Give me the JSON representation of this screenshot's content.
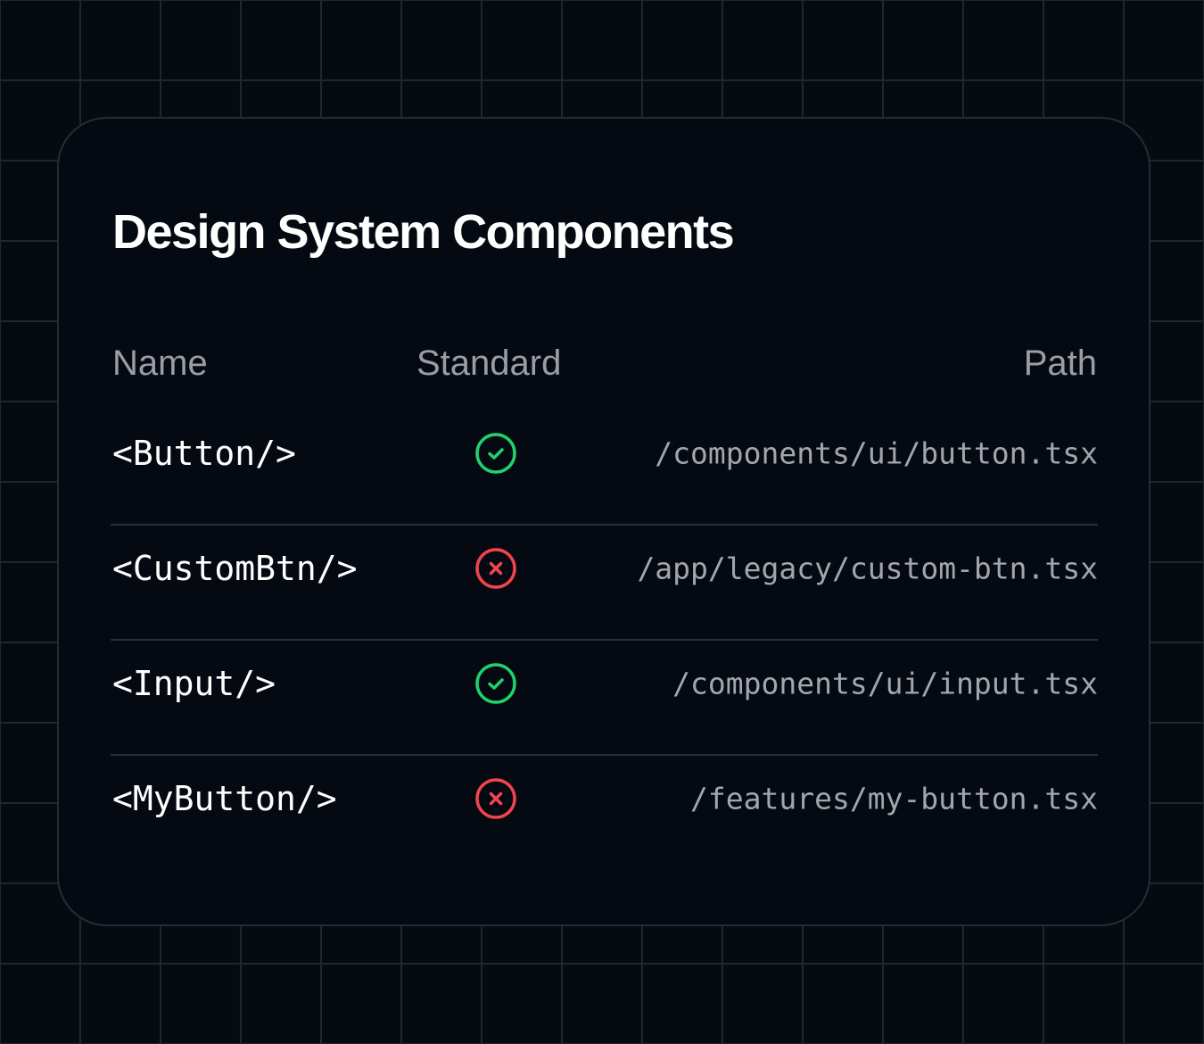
{
  "title": "Design System Components",
  "headers": {
    "name": "Name",
    "standard": "Standard",
    "path": "Path"
  },
  "colors": {
    "ok": "#1fd26e",
    "bad": "#f2434f"
  },
  "rows": [
    {
      "name": "<Button/>",
      "standard": true,
      "icon": "check-circle-icon",
      "path": "/components/ui/button.tsx"
    },
    {
      "name": "<CustomBtn/>",
      "standard": false,
      "icon": "x-circle-icon",
      "path": "/app/legacy/custom-btn.tsx"
    },
    {
      "name": "<Input/>",
      "standard": true,
      "icon": "check-circle-icon",
      "path": "/components/ui/input.tsx"
    },
    {
      "name": "<MyButton/>",
      "standard": false,
      "icon": "x-circle-icon",
      "path": "/features/my-button.tsx"
    }
  ]
}
